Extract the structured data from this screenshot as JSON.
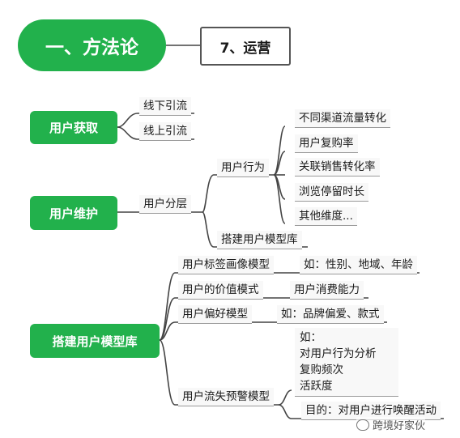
{
  "title": "一、方法论",
  "subtitle": "7、运营",
  "acquisition": {
    "label": "用户获取",
    "children": [
      "线下引流",
      "线上引流"
    ]
  },
  "maintenance": {
    "label": "用户维护",
    "layer": "用户分层",
    "behavior": {
      "label": "用户行为",
      "children": [
        "不同渠道流量转化",
        "用户复购率",
        "关联销售转化率",
        "浏览停留时长",
        "其他维度..."
      ]
    },
    "build": "搭建用户模型库"
  },
  "model_library": {
    "label": "搭建用户模型库",
    "tag_model": {
      "label": "用户标签画像模型",
      "example": "如：性别、地域、年龄"
    },
    "value_model": {
      "label": "用户的价值模式",
      "example": "用户消费能力"
    },
    "pref_model": {
      "label": "用户偏好模型",
      "example": "如：品牌偏爱、款式"
    },
    "churn_model": {
      "label": "用户流失预警模型",
      "example_lines": [
        "如：",
        "对用户行为分析",
        "复购频次",
        "活跃度"
      ],
      "goal": "目的：对用户进行唤醒活动"
    }
  },
  "watermark": "跨境好家伙"
}
